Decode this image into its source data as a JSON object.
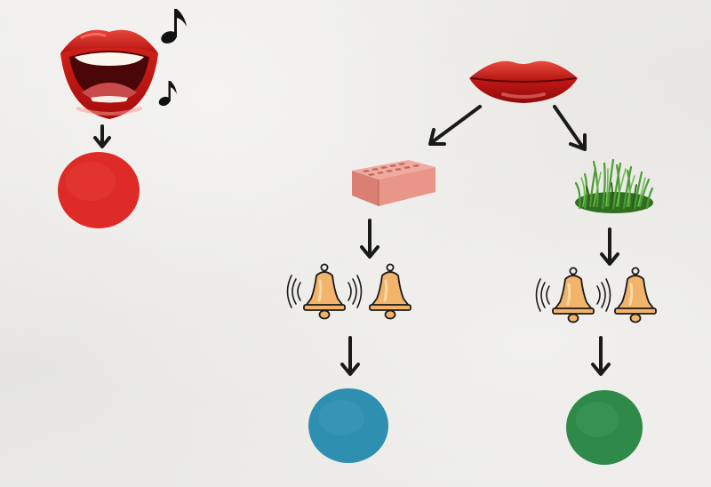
{
  "colors": {
    "paper": "#ecebe8",
    "lips": "#c81a1a",
    "vowel_circle": "#e02a26",
    "hard_consonant_circle": "#2f8fb0",
    "soft_consonant_circle": "#2f8a49",
    "bell": "#f2b36a",
    "brick": "#e58f84",
    "grass": "#3f8f2a",
    "arrow": "#1a1a1a"
  },
  "left_branch": {
    "mouth": "open-singing-mouth-icon",
    "notes": [
      "eighth-note-icon",
      "eighth-note-icon"
    ],
    "marker": "red-vowel-circle"
  },
  "right_branch": {
    "mouth": "closed-lips-icon",
    "hard": {
      "object": "brick-icon",
      "bells": [
        "ringing-bell-icon",
        "bell-icon"
      ],
      "marker": "blue-hard-consonant-circle"
    },
    "soft": {
      "object": "grass-icon",
      "bells": [
        "ringing-bell-icon",
        "bell-icon"
      ],
      "marker": "green-soft-consonant-circle"
    }
  }
}
